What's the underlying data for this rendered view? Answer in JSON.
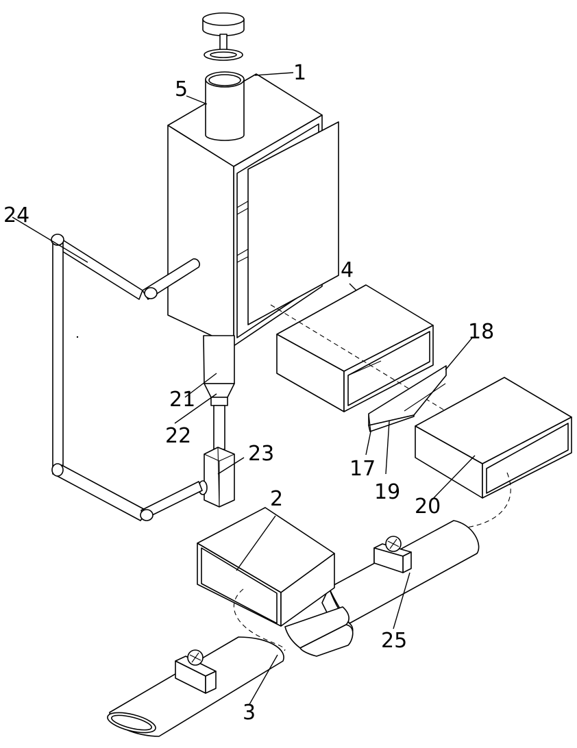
{
  "figure": {
    "labels": {
      "l1": "1",
      "l2": "2",
      "l3": "3",
      "l4": "4",
      "l5": "5",
      "l17": "17",
      "l18": "18",
      "l19": "19",
      "l20": "20",
      "l21": "21",
      "l22": "22",
      "l23": "23",
      "l24": "24",
      "l25": "25"
    }
  }
}
